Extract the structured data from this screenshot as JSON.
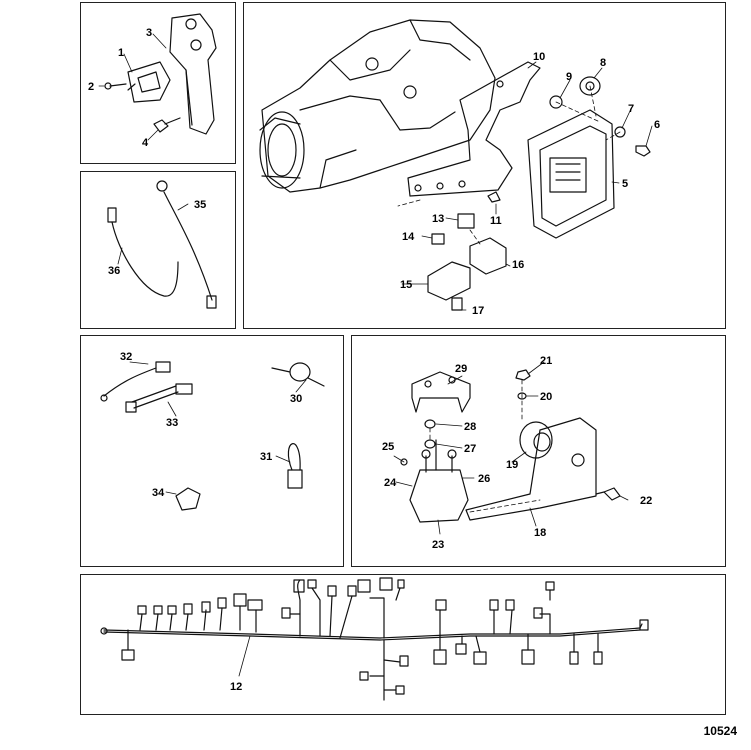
{
  "figure_id": "10524",
  "callouts": {
    "c1": "1",
    "c2": "2",
    "c3": "3",
    "c4": "4",
    "c5": "5",
    "c6": "6",
    "c7": "7",
    "c8": "8",
    "c9": "9",
    "c10": "10",
    "c11": "11",
    "c12": "12",
    "c13": "13",
    "c14": "14",
    "c15": "15",
    "c16": "16",
    "c17": "17",
    "c18": "18",
    "c19": "19",
    "c20": "20",
    "c21": "21",
    "c22": "22",
    "c23": "23",
    "c24": "24",
    "c25": "25",
    "c26": "26",
    "c27": "27",
    "c28": "28",
    "c29": "29",
    "c30": "30",
    "c31": "31",
    "c32": "32",
    "c33": "33",
    "c34": "34",
    "c35": "35",
    "c36": "36"
  }
}
